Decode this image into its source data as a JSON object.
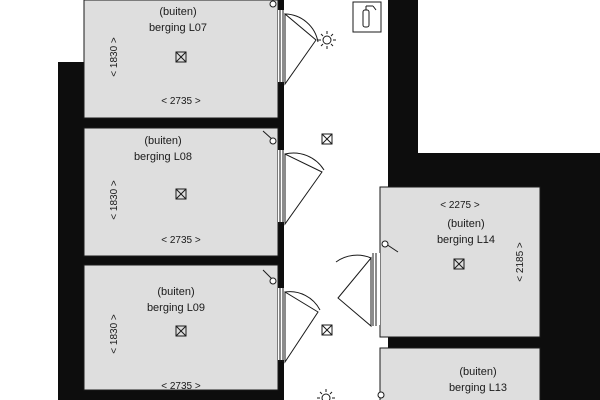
{
  "colors": {
    "wall": "#0d0d0d",
    "room_fill": "#dedede",
    "corridor_fill": "#ffffff",
    "line": "#1a1a1a"
  },
  "rooms": [
    {
      "id": "L07",
      "line1": "(buiten)",
      "line2": "berging L07",
      "width_dim": "< 2735 >",
      "height_dim": "< 1830 >"
    },
    {
      "id": "L08",
      "line1": "(buiten)",
      "line2": "berging L08",
      "width_dim": "< 2735 >",
      "height_dim": "< 1830 >"
    },
    {
      "id": "L09",
      "line1": "(buiten)",
      "line2": "berging L09",
      "width_dim": "< 2735 >",
      "height_dim": "< 1830 >"
    },
    {
      "id": "L14",
      "line1": "(buiten)",
      "line2": "berging L14",
      "width_dim": "< 2275 >",
      "height_dim": "< 2185 >"
    },
    {
      "id": "L13",
      "line1": "(buiten)",
      "line2": "berging L13"
    }
  ],
  "icons": {
    "extinguisher": "fire-extinguisher-icon",
    "emergency_light": "emergency-light-icon",
    "ceiling_light": "ceiling-light-icon"
  }
}
